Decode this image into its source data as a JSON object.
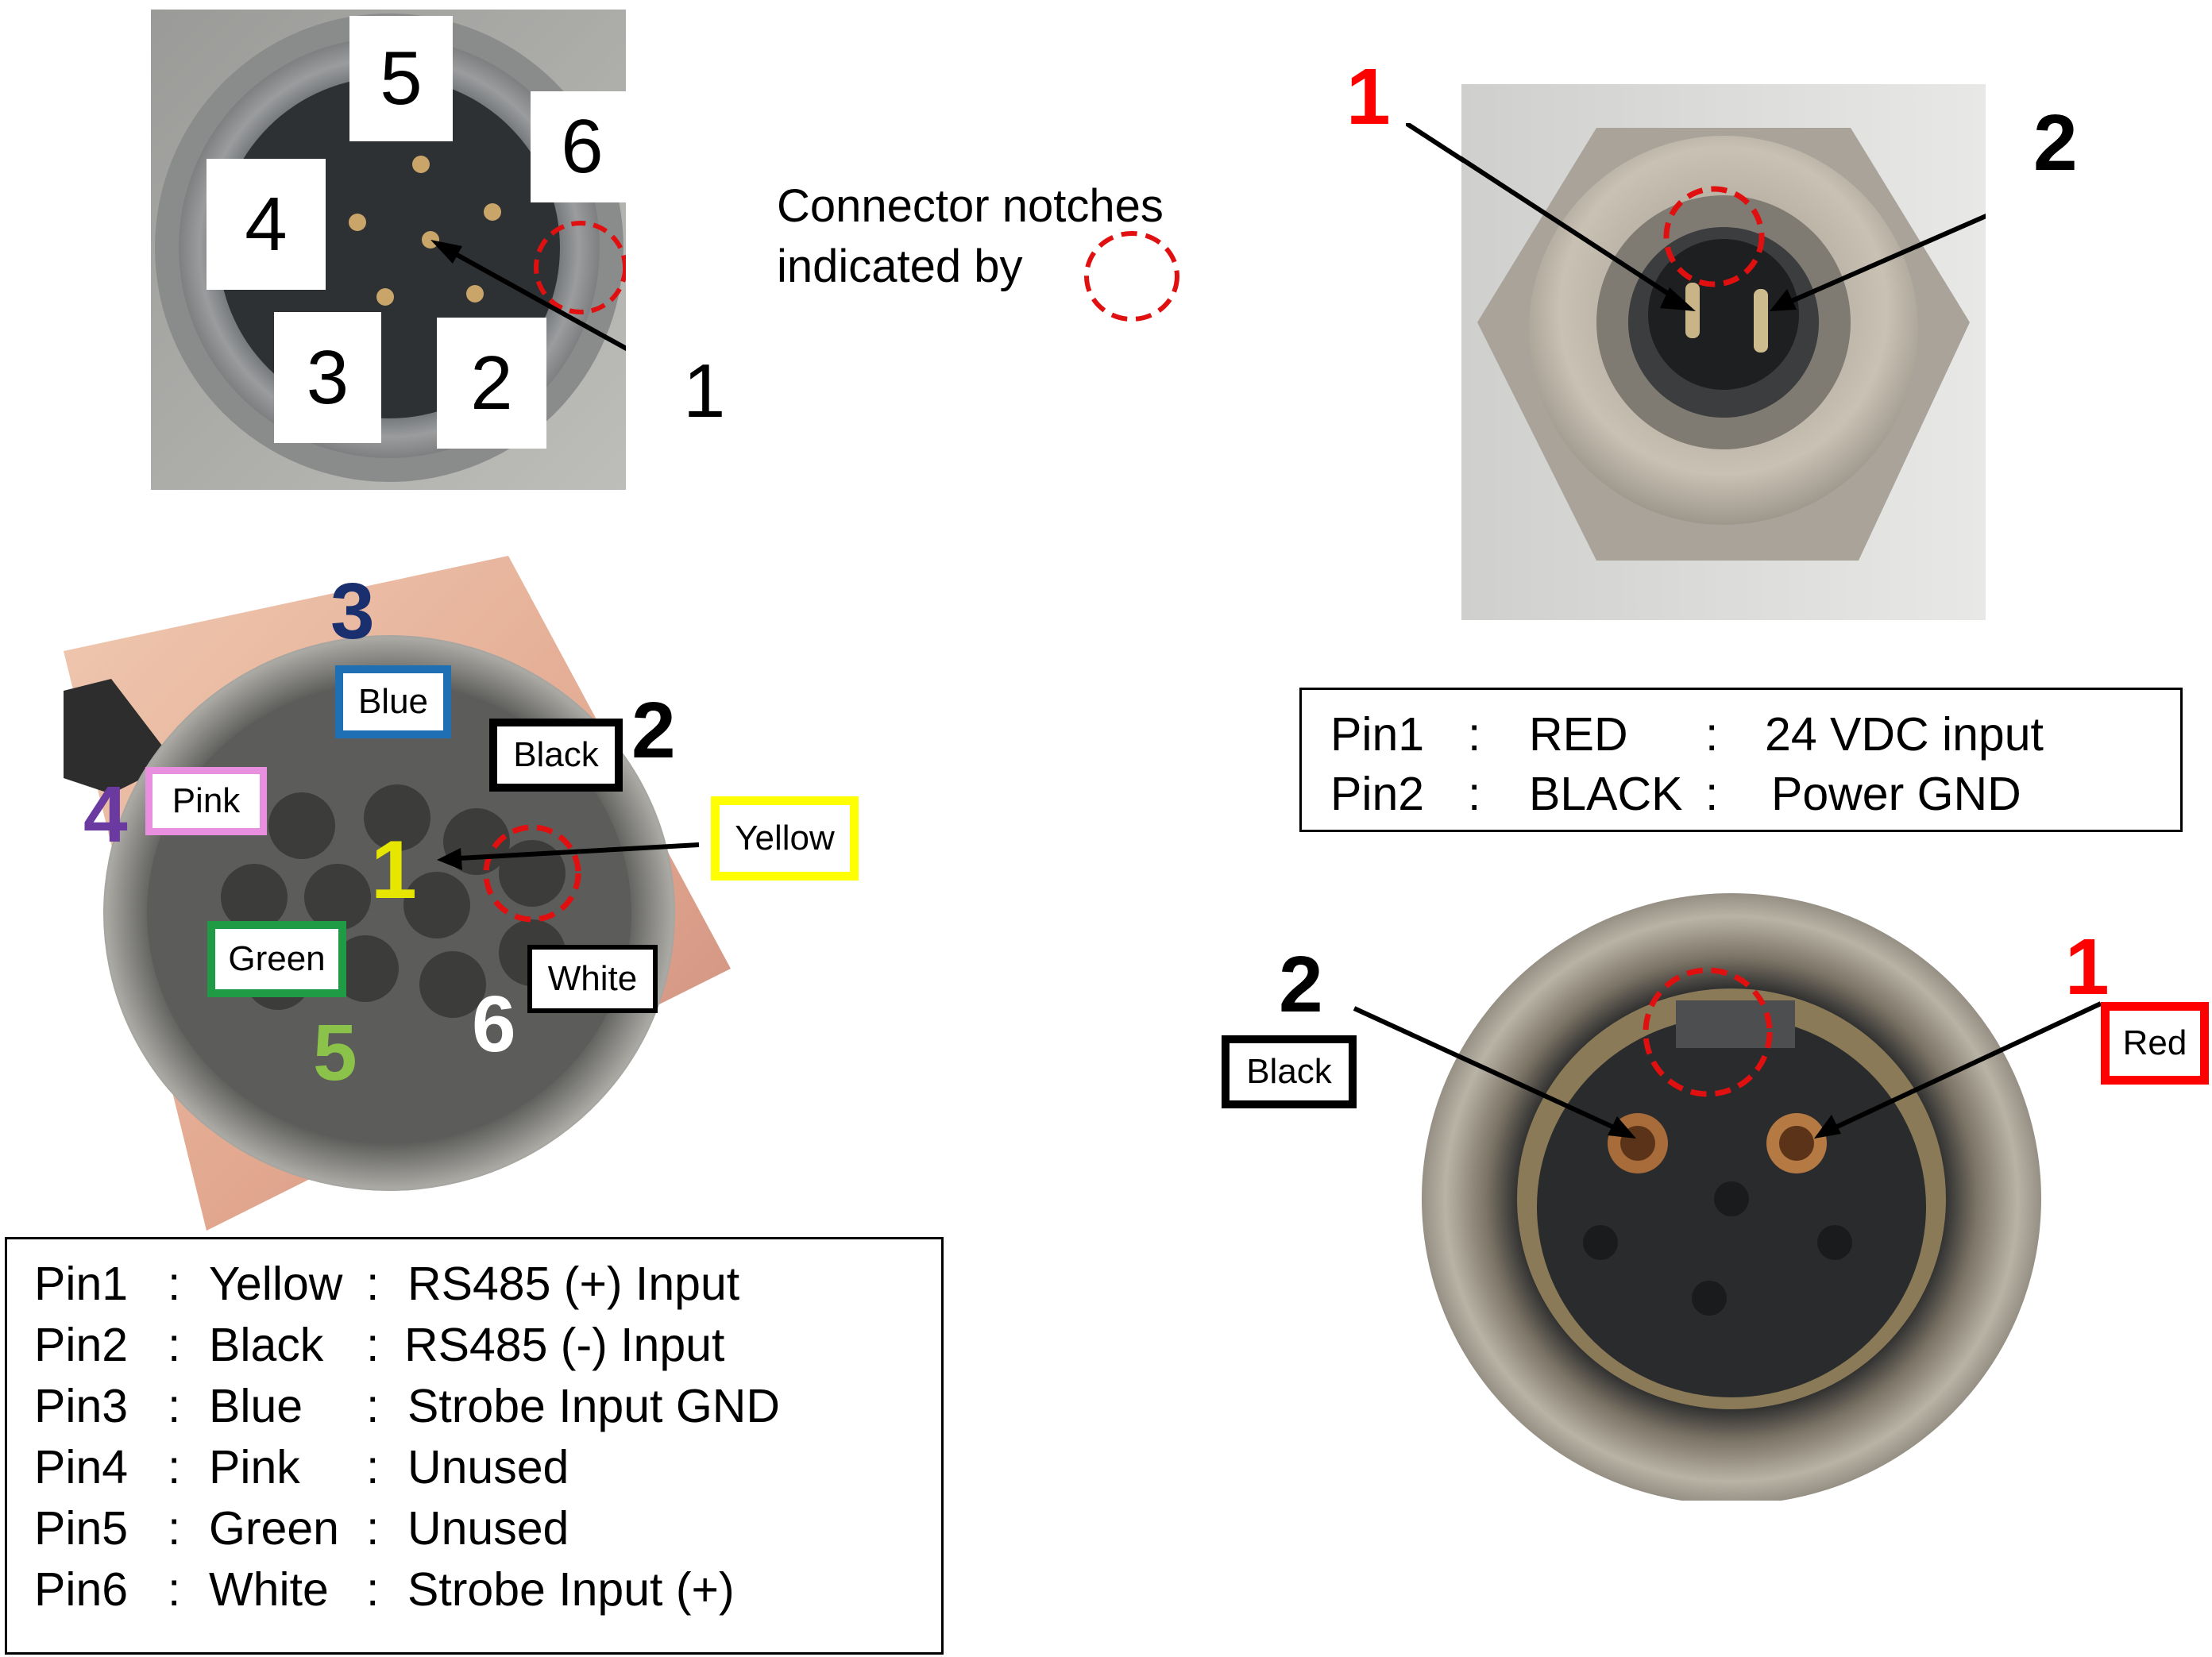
{
  "top_left": {
    "numbers": [
      "5",
      "6",
      "4",
      "3",
      "2",
      "1"
    ]
  },
  "legend": {
    "line1": "Connector notches",
    "line2": "indicated by"
  },
  "top_right": {
    "num1": "1",
    "num2": "2"
  },
  "bottom_left": {
    "num3": "3",
    "num2": "2",
    "num4": "4",
    "num1": "1",
    "num5": "5",
    "num6": "6",
    "tags": {
      "blue": "Blue",
      "black": "Black",
      "pink": "Pink",
      "yellow": "Yellow",
      "green": "Green",
      "white": "White"
    },
    "colors": {
      "blue": "#1f6fb5",
      "black": "#000000",
      "pink": "#e98fe0",
      "yellow": "#ffff00",
      "green": "#1f9a45",
      "white": "#000000",
      "num3": "#1a2f6e",
      "num4": "#6a3aa0",
      "num1": "#e6e600",
      "num5": "#8bc34a"
    }
  },
  "power_table": {
    "rows": [
      {
        "pin": "Pin1",
        "sep1": ":",
        "color": "RED",
        "sep2": ":",
        "desc": "24 VDC input"
      },
      {
        "pin": "Pin2",
        "sep1": ":",
        "color": "BLACK",
        "sep2": ":",
        "desc": "Power GND"
      }
    ]
  },
  "bottom_right": {
    "num2": "2",
    "num1": "1",
    "tag_black": "Black",
    "tag_red": "Red"
  },
  "signal_table": {
    "rows": [
      {
        "pin": "Pin1",
        "sep1": ":",
        "color": "Yellow",
        "sep2": ":",
        "desc": "RS485 (+) Input"
      },
      {
        "pin": "Pin2",
        "sep1": ":",
        "color": "Black",
        "sep2": ":",
        "desc": "RS485 (-) Input"
      },
      {
        "pin": "Pin3",
        "sep1": ":",
        "color": "Blue",
        "sep2": ":",
        "desc": "Strobe Input GND"
      },
      {
        "pin": "Pin4",
        "sep1": ":",
        "color": "Pink",
        "sep2": ":",
        "desc": "Unused"
      },
      {
        "pin": "Pin5",
        "sep1": ":",
        "color": "Green",
        "sep2": ":",
        "desc": "Unused"
      },
      {
        "pin": "Pin6",
        "sep1": ":",
        "color": "White",
        "sep2": ":",
        "desc": "Strobe Input (+)"
      }
    ]
  },
  "accent": {
    "notch_red": "#e01010",
    "label_red": "#ff0000"
  }
}
